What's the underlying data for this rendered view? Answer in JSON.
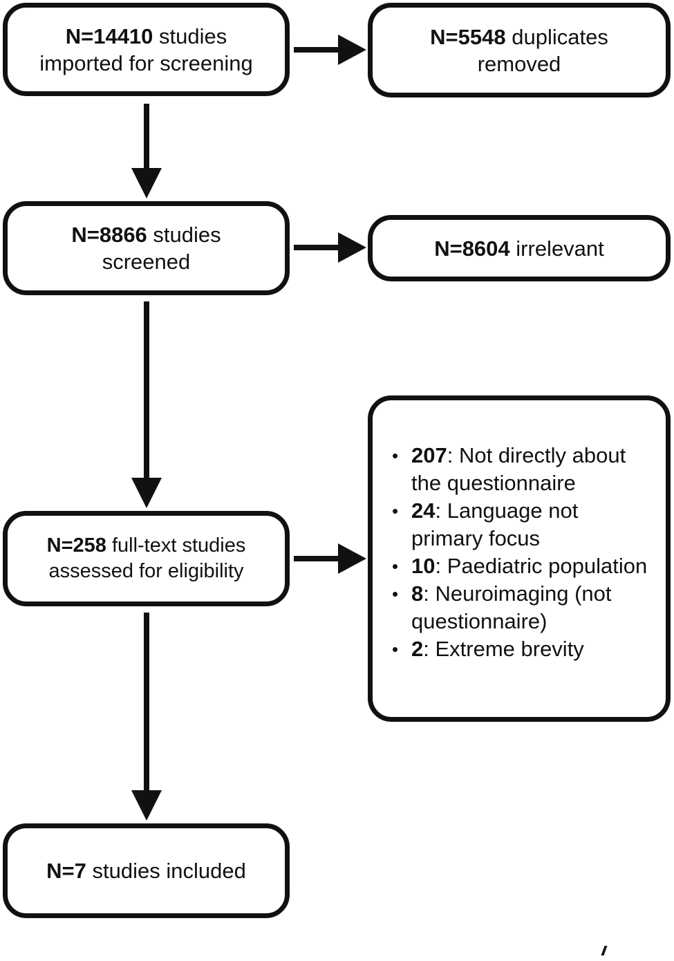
{
  "boxes": {
    "imported": {
      "count": "N=14410",
      "line1_rest": " studies",
      "line2": "imported for screening"
    },
    "duplicates": {
      "count": "N=5548",
      "line1_rest": " duplicates",
      "line2": "removed"
    },
    "screened": {
      "count": "N=8866",
      "line1_rest": " studies",
      "line2": "screened"
    },
    "irrelevant": {
      "count": "N=8604",
      "line1_rest": " irrelevant"
    },
    "fulltext": {
      "count": "N=258",
      "line1_rest": " full-text studies",
      "line2": "assessed for eligibility"
    },
    "included": {
      "count": "N=7",
      "line1_rest": " studies included"
    }
  },
  "exclusion_reasons": [
    {
      "count": "207",
      "text": ": Not directly about the questionnaire"
    },
    {
      "count": "24",
      "text": ": Language not primary focus"
    },
    {
      "count": "10",
      "text": ": Paediatric population"
    },
    {
      "count": "8",
      "text": ": Neuroimaging (not questionnaire)"
    },
    {
      "count": "2",
      "text": ": Extreme brevity"
    }
  ]
}
